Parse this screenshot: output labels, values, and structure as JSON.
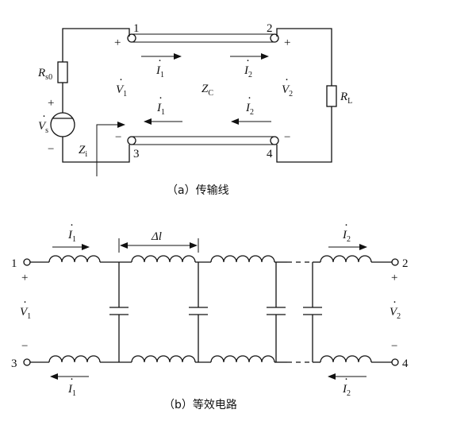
{
  "figure_a": {
    "caption": "（a）传输线",
    "port_1": "1",
    "port_2": "2",
    "port_3": "3",
    "port_4": "4",
    "r_source": "R",
    "r_source_sub": "s0",
    "v_source": "V",
    "v_source_sub": "s",
    "r_load": "R",
    "r_load_sub": "L",
    "v1": "V",
    "v1_sub": "1",
    "v2": "V",
    "v2_sub": "2",
    "i1": "I",
    "i1_sub": "1",
    "i2": "I",
    "i2_sub": "2",
    "zc": "Z",
    "zc_sub": "C",
    "zi": "Z",
    "zi_sub": "i",
    "plus": "+",
    "minus": "−"
  },
  "figure_b": {
    "caption": "（b）等效电路",
    "port_1": "1",
    "port_2": "2",
    "port_3": "3",
    "port_4": "4",
    "delta_l": "Δl",
    "v1": "V",
    "v1_sub": "1",
    "v2": "V",
    "v2_sub": "2",
    "i1": "I",
    "i1_sub": "1",
    "i2": "I",
    "i2_sub": "2",
    "plus": "+",
    "minus": "−"
  }
}
